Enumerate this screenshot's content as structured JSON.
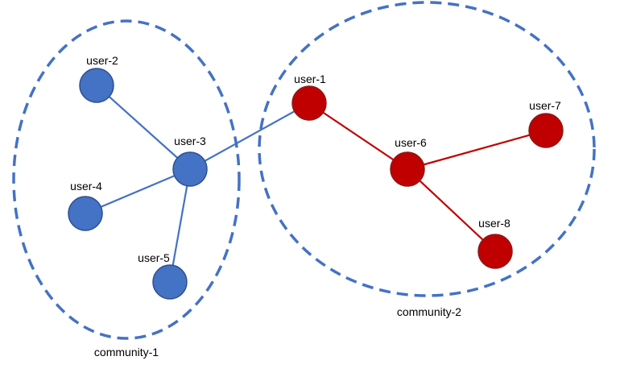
{
  "colors": {
    "community_1": "#4472C4",
    "community_2": "#C00000",
    "node_stroke": "#2F4F8F",
    "red_stroke": "#8B1A1A",
    "boundary": "#4472C4"
  },
  "communities": [
    {
      "id": "c1",
      "label": "community-1",
      "color_key": "community_1"
    },
    {
      "id": "c2",
      "label": "community-2",
      "color_key": "community_2"
    }
  ],
  "nodes": [
    {
      "id": "user-1",
      "label": "user-1",
      "community": "c2"
    },
    {
      "id": "user-2",
      "label": "user-2",
      "community": "c1"
    },
    {
      "id": "user-3",
      "label": "user-3",
      "community": "c1"
    },
    {
      "id": "user-4",
      "label": "user-4",
      "community": "c1"
    },
    {
      "id": "user-5",
      "label": "user-5",
      "community": "c1"
    },
    {
      "id": "user-6",
      "label": "user-6",
      "community": "c2"
    },
    {
      "id": "user-7",
      "label": "user-7",
      "community": "c2"
    },
    {
      "id": "user-8",
      "label": "user-8",
      "community": "c2"
    }
  ],
  "edges": [
    {
      "from": "user-3",
      "to": "user-2",
      "color_key": "community_1"
    },
    {
      "from": "user-3",
      "to": "user-4",
      "color_key": "community_1"
    },
    {
      "from": "user-3",
      "to": "user-5",
      "color_key": "community_1"
    },
    {
      "from": "user-3",
      "to": "user-1",
      "color_key": "community_1"
    },
    {
      "from": "user-1",
      "to": "user-6",
      "color_key": "community_2"
    },
    {
      "from": "user-6",
      "to": "user-7",
      "color_key": "community_2"
    },
    {
      "from": "user-6",
      "to": "user-8",
      "color_key": "community_2"
    }
  ]
}
